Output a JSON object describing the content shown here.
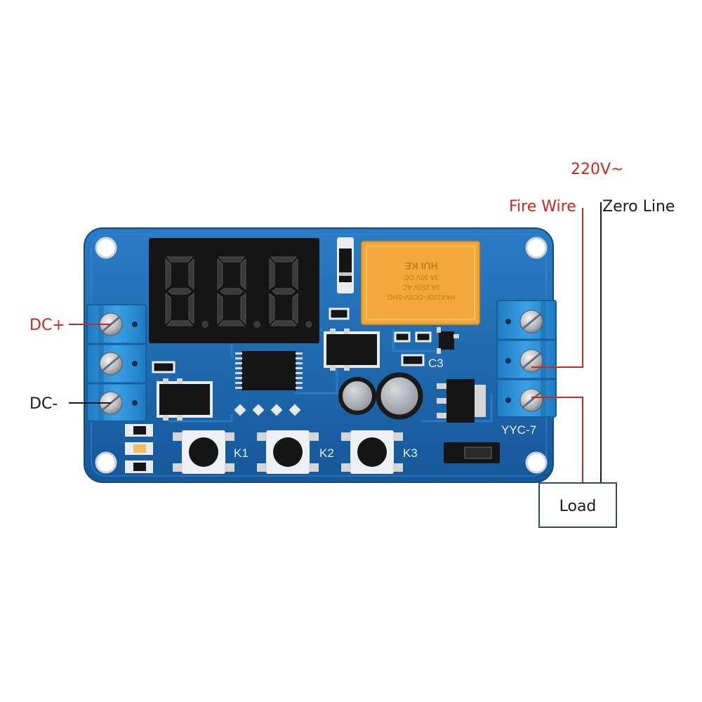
{
  "labels": {
    "dc_plus": "DC+",
    "dc_minus": "DC-",
    "supply": "220V~",
    "fire_wire": "Fire Wire",
    "zero_line": "Zero Line",
    "load": "Load"
  },
  "board": {
    "model": "YYC-7",
    "buttons": [
      "K1",
      "K2",
      "K3"
    ],
    "capacitor_label": "C3",
    "relay_lines": [
      "HK4100F-DC5V-SHG",
      "3A 250V AC",
      "3A 30V DC",
      "HUI KE"
    ]
  },
  "colors": {
    "pcb": "#1f6fb8",
    "terminal": "#2d8fd6",
    "relay": "#f2a93b",
    "fire_wire": "#d0261f",
    "zero_line": "#1a1a1a",
    "load_box": "#2c4a5a"
  }
}
